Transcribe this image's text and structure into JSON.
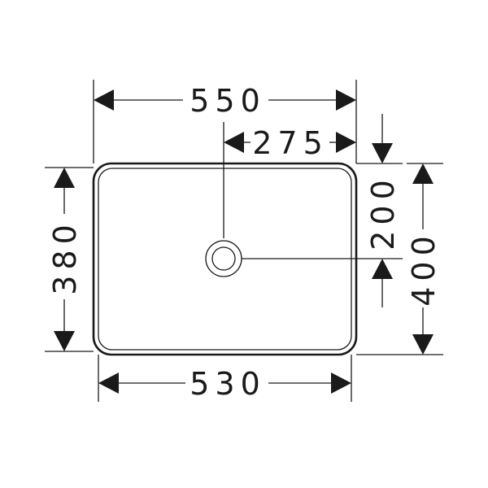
{
  "dimensions": {
    "width_outer": "550",
    "drain_offset_x": "275",
    "drain_offset_y": "200",
    "height_outer": "400",
    "height_inner": "380",
    "width_inner": "530"
  }
}
